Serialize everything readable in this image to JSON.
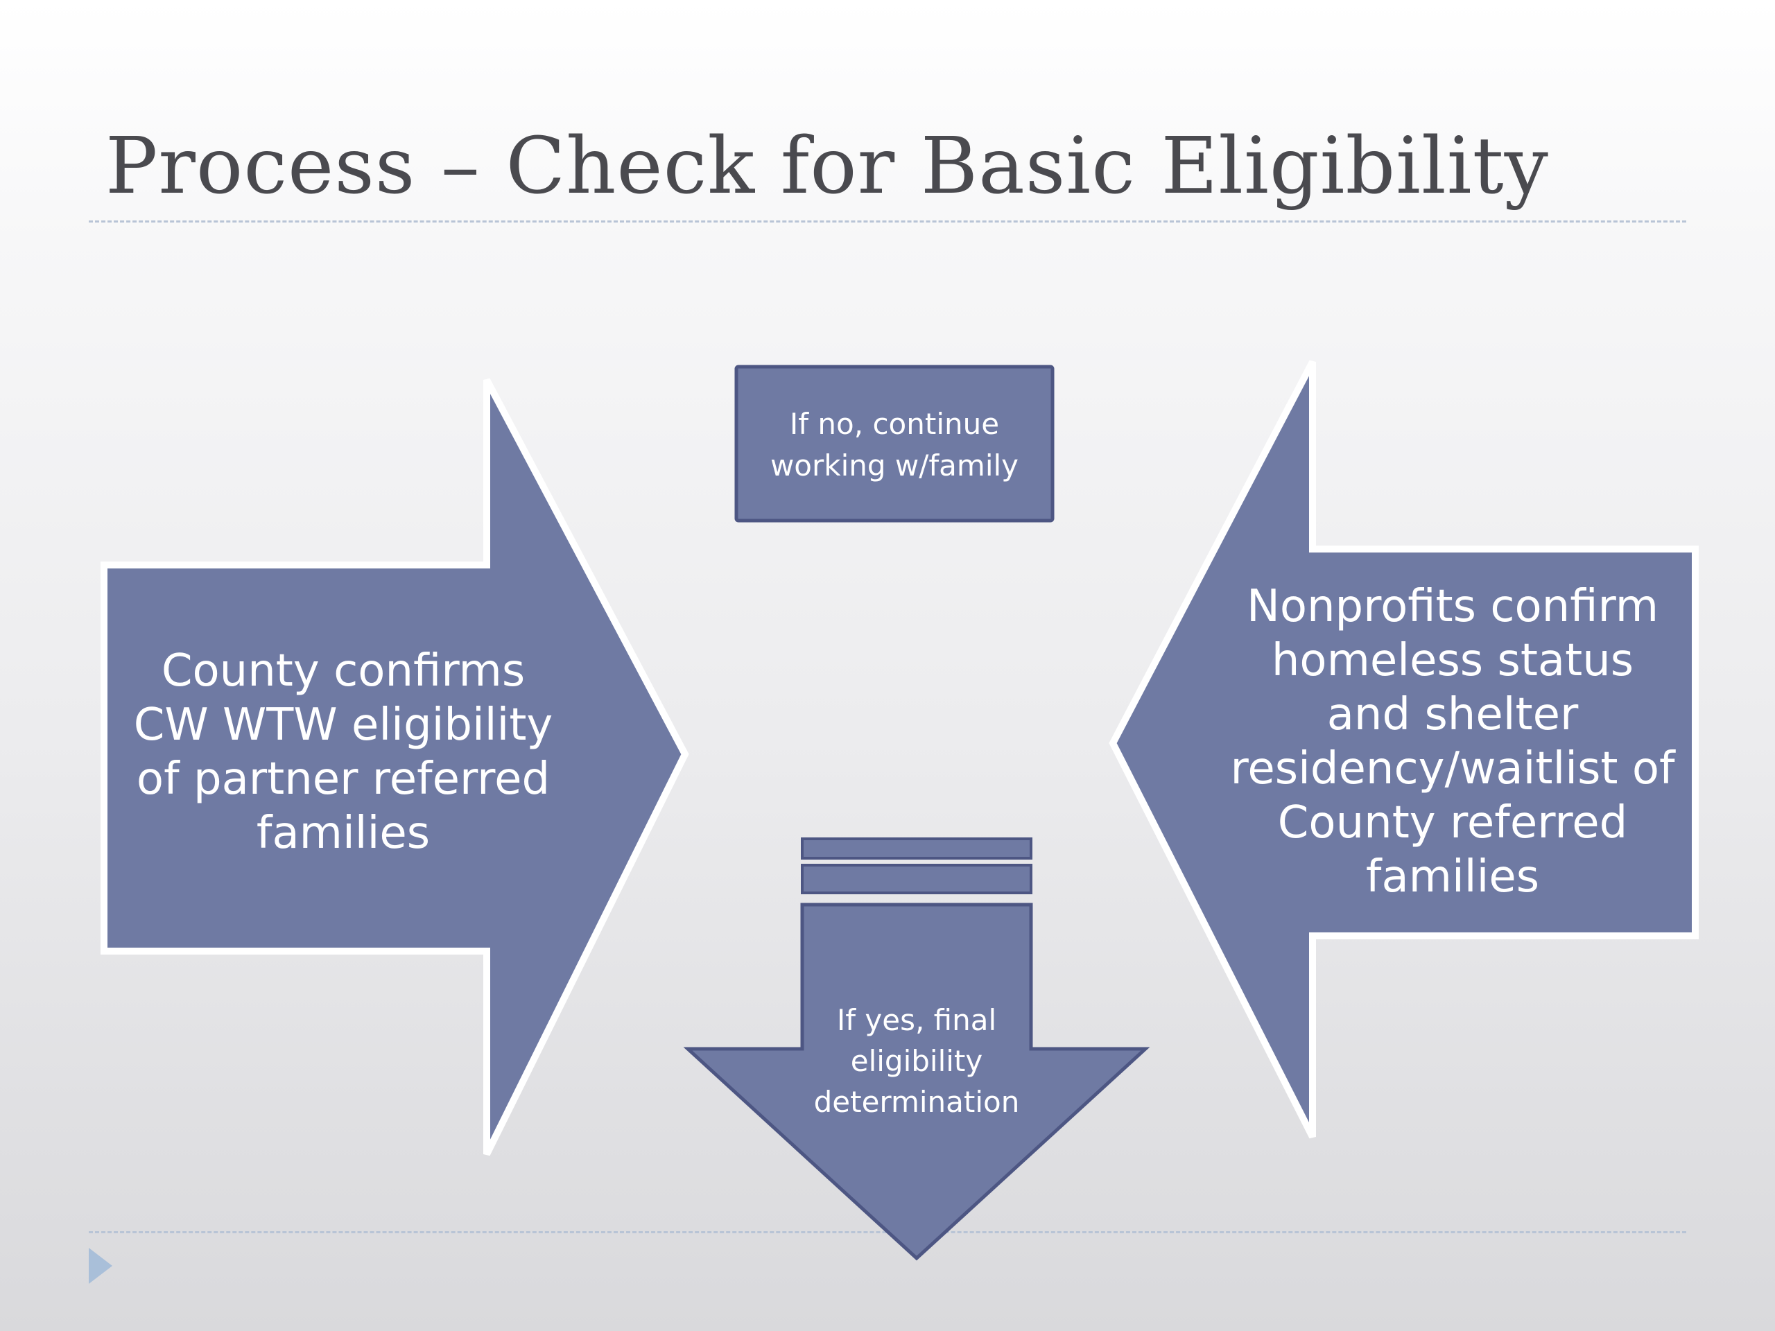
{
  "slide": {
    "title": "Process – Check for Basic Eligibility"
  },
  "diagram": {
    "left_arrow": {
      "text": "County confirms CW WTW eligibility of partner referred families"
    },
    "right_arrow": {
      "text": "Nonprofits confirm homeless status and shelter residency/waitlist of County referred families"
    },
    "top_box": {
      "text": "If no, continue working w/family"
    },
    "down_arrow": {
      "text": "If yes, final eligibility determination"
    }
  },
  "colors": {
    "shape_fill": "#6f7aa3",
    "shape_outline": "#ffffff",
    "title_text": "#4a4a4f",
    "rule": "#b8c4d6",
    "bullet": "#a9bfd9"
  },
  "icons": {
    "nav": "play-triangle-icon"
  }
}
